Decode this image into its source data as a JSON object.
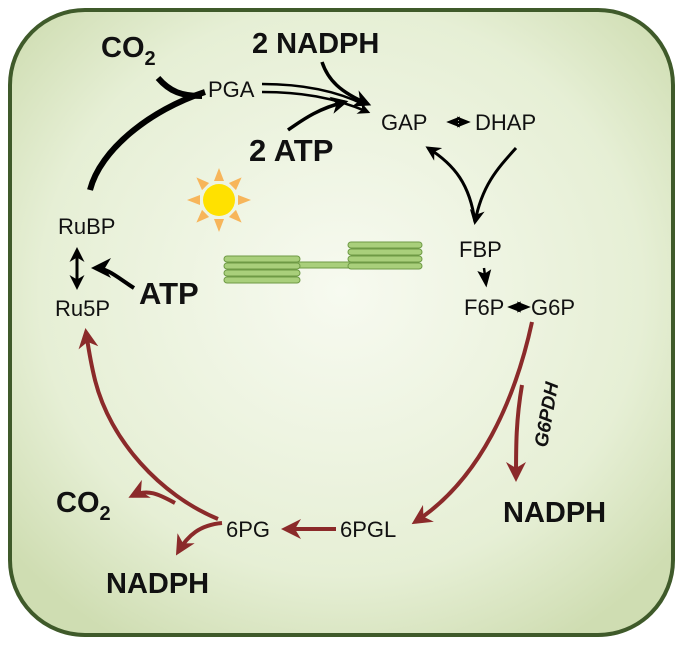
{
  "diagram": {
    "calvin_cycle": {
      "metabolites": {
        "pga": "PGA",
        "gap": "GAP",
        "dhap": "DHAP",
        "fbp": "FBP",
        "f6p": "F6P",
        "g6p": "G6P",
        "rubp": "RuBP",
        "ru5p": "Ru5P"
      },
      "cofactors": {
        "co2": "CO",
        "co2_sub": "2",
        "nadph_in": "2 NADPH",
        "atp_in_2": "2 ATP",
        "atp_in_1": "ATP"
      },
      "color": "#000000"
    },
    "oxidative_ppp": {
      "enzyme": "G6PDH",
      "metabolites": {
        "pgl6": "6PGL",
        "pg6": "6PG"
      },
      "cofactors": {
        "nadph_out_1": "NADPH",
        "nadph_out_2": "NADPH",
        "co2_out": "CO",
        "co2_out_sub": "2"
      },
      "color": "#8B2A2A"
    },
    "icons": [
      "sun-icon",
      "thylakoid-icon"
    ],
    "colors": {
      "cell_fill": "#DDE9C6",
      "cell_border": "#3F5A2A",
      "sun": "#FFE100",
      "sun_rays": "#F7B55A",
      "thylakoid": "#A9CF7B"
    }
  }
}
